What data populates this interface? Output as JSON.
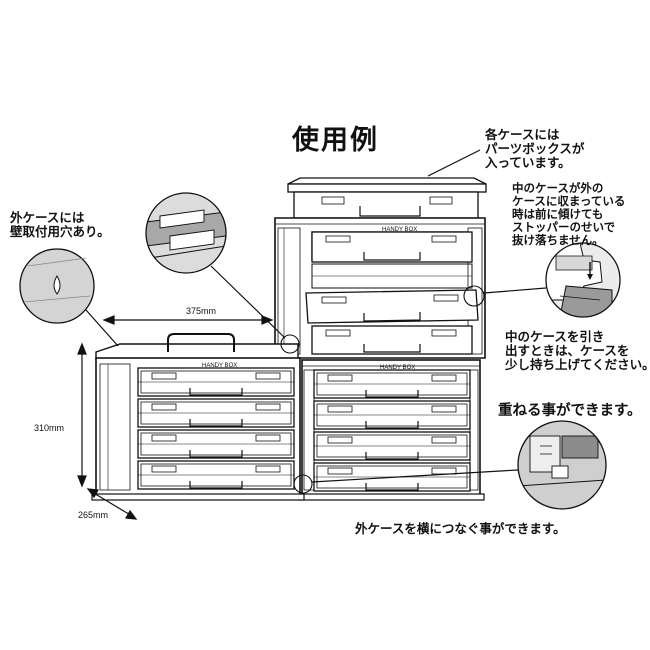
{
  "title": "使用例",
  "callouts": {
    "top_case": "各ケースには\nパーツボックスが\n入っています。",
    "wall_mount": "外ケースには\n壁取付用穴あり。",
    "stopper": "中のケースが外の\nケースに収まっている\n時は前に傾けても\nストッパーのせいで\n抜け落ちません。",
    "pull_out": "中のケースを引き\n出すときは、ケースを\n少し持ち上げてください。",
    "stackable": "重ねる事ができます。",
    "side_join": "外ケースを横につなぐ事ができます。"
  },
  "dimensions": {
    "width": "375mm",
    "height": "310mm",
    "depth": "265mm"
  },
  "brand_label": "HANDY BOX",
  "colors": {
    "line": "#111111",
    "detail_fill": "#bdbdbd",
    "detail_dark": "#555555"
  }
}
